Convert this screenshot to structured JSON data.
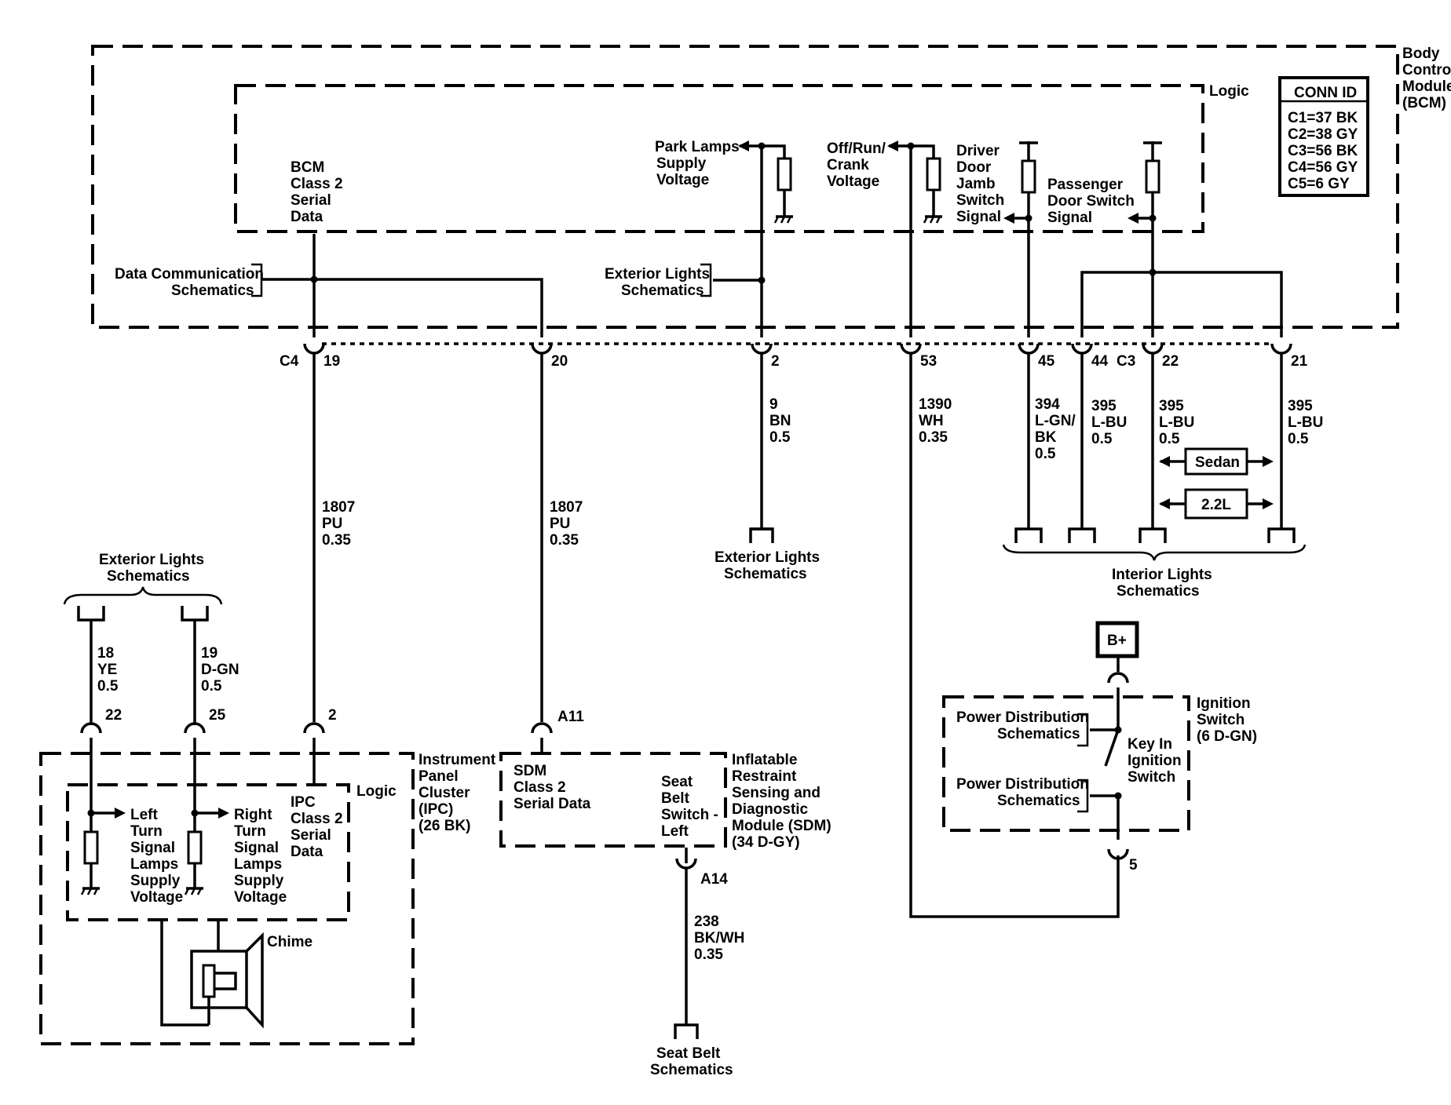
{
  "modules": {
    "bcm": {
      "name": [
        "Body",
        "Control",
        "Module",
        "(BCM)"
      ],
      "logic": "Logic"
    },
    "ipc": {
      "name": [
        "Instrument",
        "Panel",
        "Cluster",
        "(IPC)",
        "(26 BK)"
      ],
      "logic": "Logic"
    },
    "sdm": {
      "name": [
        "Inflatable",
        "Restraint",
        "Sensing and",
        "Diagnostic",
        "Module (SDM)",
        "(34 D-GY)"
      ]
    },
    "ignition": {
      "name": [
        "Ignition",
        "Switch",
        "(6 D-GN)"
      ]
    }
  },
  "conn_id": {
    "title": "CONN ID",
    "rows": [
      "C1=37 BK",
      "C2=38 GY",
      "C3=56 BK",
      "C4=56 GY",
      "C5=6 GY"
    ]
  },
  "bcm_labels": {
    "class2": [
      "BCM",
      "Class 2",
      "Serial",
      "Data"
    ],
    "park": [
      "Park Lamps",
      "Supply",
      "Voltage"
    ],
    "offrun": [
      "Off/Run/",
      "Crank",
      "Voltage"
    ],
    "driver": [
      "Driver",
      "Door",
      "Jamb",
      "Switch",
      "Signal"
    ],
    "passenger": [
      "Passenger",
      "Door Switch",
      "Signal"
    ]
  },
  "refs": {
    "data_comm": [
      "Data Communication",
      "Schematics"
    ],
    "ext_lights_bcm": [
      "Exterior Lights",
      "Schematics"
    ],
    "ext_lights_bottom": [
      "Exterior Lights",
      "Schematics"
    ],
    "ext_lights_ipc": [
      "Exterior Lights",
      "Schematics"
    ],
    "interior": [
      "Interior Lights",
      "Schematics"
    ],
    "seat_belt": [
      "Seat Belt",
      "Schematics"
    ],
    "power1": [
      "Power Distribution",
      "Schematics"
    ],
    "power2": [
      "Power Distribution",
      "Schematics"
    ]
  },
  "connectors": {
    "c4": "C4",
    "c3": "C3",
    "pins": [
      "19",
      "20",
      "2",
      "53",
      "45",
      "44",
      "22",
      "21"
    ]
  },
  "wires": {
    "w19": [
      "1807",
      "PU",
      "0.35"
    ],
    "w20": [
      "1807",
      "PU",
      "0.35"
    ],
    "w2": [
      "9",
      "BN",
      "0.5"
    ],
    "w53": [
      "1390",
      "WH",
      "0.35"
    ],
    "w45": [
      "394",
      "L-GN/",
      "BK",
      "0.5"
    ],
    "w44": [
      "395",
      "L-BU",
      "0.5"
    ],
    "w22": [
      "395",
      "L-BU",
      "0.5"
    ],
    "w21": [
      "395",
      "L-BU",
      "0.5"
    ],
    "w18": [
      "18",
      "YE",
      "0.5"
    ],
    "w19b": [
      "19",
      "D-GN",
      "0.5"
    ],
    "w238": [
      "238",
      "BK/WH",
      "0.35"
    ]
  },
  "options": {
    "sedan": "Sedan",
    "engine": "2.2L"
  },
  "ipc_pins": {
    "p22": "22",
    "p25": "25",
    "p2": "2"
  },
  "ipc_labels": {
    "left": [
      "Left",
      "Turn",
      "Signal",
      "Lamps",
      "Supply",
      "Voltage"
    ],
    "right": [
      "Right",
      "Turn",
      "Signal",
      "Lamps",
      "Supply",
      "Voltage"
    ],
    "class2": [
      "IPC",
      "Class 2",
      "Serial",
      "Data"
    ],
    "chime": "Chime"
  },
  "sdm_labels": {
    "pin_a11": "A11",
    "pin_a14": "A14",
    "class2": [
      "SDM",
      "Class 2",
      "Serial Data"
    ],
    "seatbelt": [
      "Seat",
      "Belt",
      "Switch -",
      "Left"
    ]
  },
  "ignition_labels": {
    "bplus": "B+",
    "key": [
      "Key In",
      "Ignition",
      "Switch"
    ],
    "pin5": "5"
  }
}
